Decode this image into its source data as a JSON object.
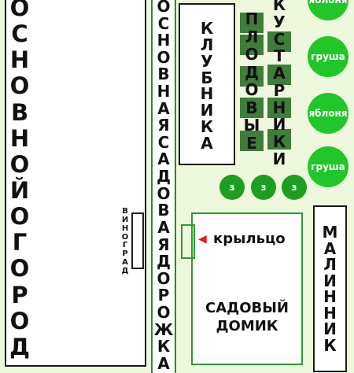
{
  "main_garden": {
    "label": "ОСНОВНОЙ ОГОРОД"
  },
  "grape": {
    "label": "ВИНОГРАД"
  },
  "main_path": {
    "label": "ОСНОВНАЯ САДОВАЯ ДОРОЖКА"
  },
  "strawberry": {
    "label": "КЛУБНИКА"
  },
  "fruit_trees": {
    "label": "ПЛОДОВЫЕ"
  },
  "shrubs": {
    "label": "КУСТАРНИКИ"
  },
  "trees": [
    {
      "label": "яблоня"
    },
    {
      "label": "груша"
    },
    {
      "label": "яблоня"
    },
    {
      "label": "груша"
    }
  ],
  "small_shrubs": [
    {
      "label": "з"
    },
    {
      "label": "з"
    },
    {
      "label": "з"
    }
  ],
  "porch": {
    "label": "крыльцо"
  },
  "house": {
    "label": "САДОВЫЙ ДОМИК"
  },
  "raspberry": {
    "label": "МАЛИННИК"
  }
}
